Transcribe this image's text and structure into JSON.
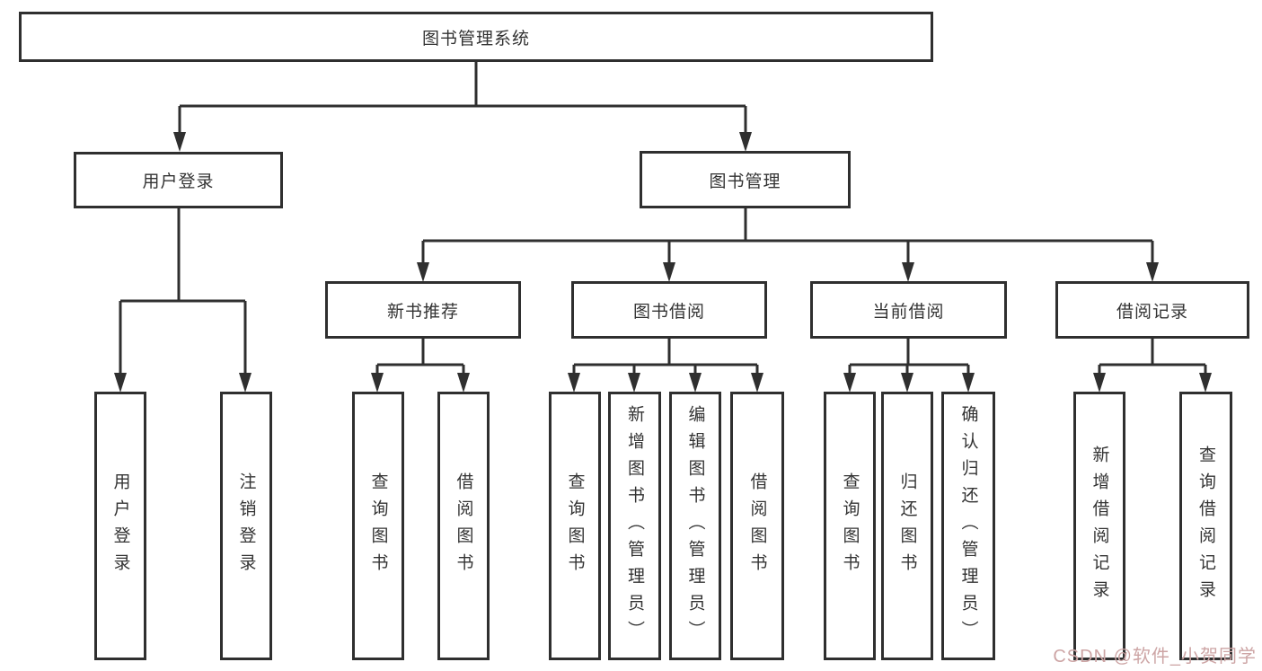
{
  "nodes": {
    "root": "图书管理系统",
    "user_login": "用户登录",
    "book_management": "图书管理",
    "new_book_recommend": "新书推荐",
    "book_borrowing": "图书借阅",
    "current_borrowing": "当前借阅",
    "borrowing_records": "借阅记录",
    "user_login_leaf": "用户登录",
    "logout_leaf": "注销登录",
    "query_books_1": "查询图书",
    "borrow_books_1": "借阅图书",
    "query_books_2": "查询图书",
    "add_books_admin": "新增图书（管理员）",
    "edit_books_admin": "编辑图书（管理员）",
    "borrow_books_2": "借阅图书",
    "query_books_3": "查询图书",
    "return_books": "归还图书",
    "confirm_return_admin": "确认归还（管理员）",
    "add_borrow_record": "新增借阅记录",
    "query_borrow_record": "查询借阅记录"
  },
  "watermark": "CSDN @软件_小贺同学",
  "colors": {
    "line": "#2f2f2f",
    "text": "#333333",
    "background": "#ffffff",
    "watermark": "#cda5a5"
  }
}
